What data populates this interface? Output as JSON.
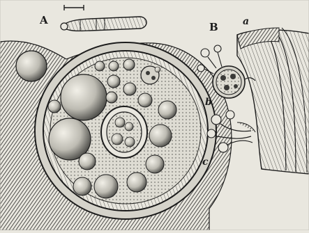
{
  "figure": {
    "panel_labels": [
      "A",
      "B"
    ],
    "part_labels": [
      "a",
      "b",
      "c"
    ],
    "colors": {
      "paper": "#e9e7df",
      "ink": "#1c1c1c",
      "shade": "#3a3a38",
      "light": "#d8d6ce"
    }
  }
}
